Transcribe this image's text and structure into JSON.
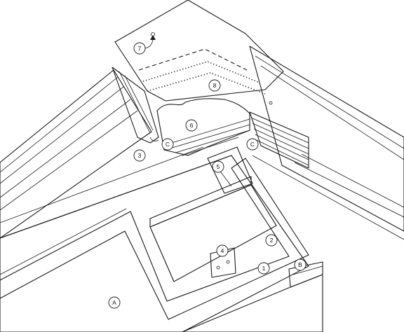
{
  "callouts": {
    "n1": "1",
    "n2": "2",
    "n3": "3",
    "n4": "4",
    "n5": "5",
    "n6": "6",
    "n7": "7",
    "n8": "8",
    "A": "A",
    "B": "B",
    "C_left": "C",
    "C_right": "C"
  },
  "colors": {
    "line": "#1a1a1a",
    "membrane_band": "#c8c8c8",
    "background": "#ffffff"
  }
}
